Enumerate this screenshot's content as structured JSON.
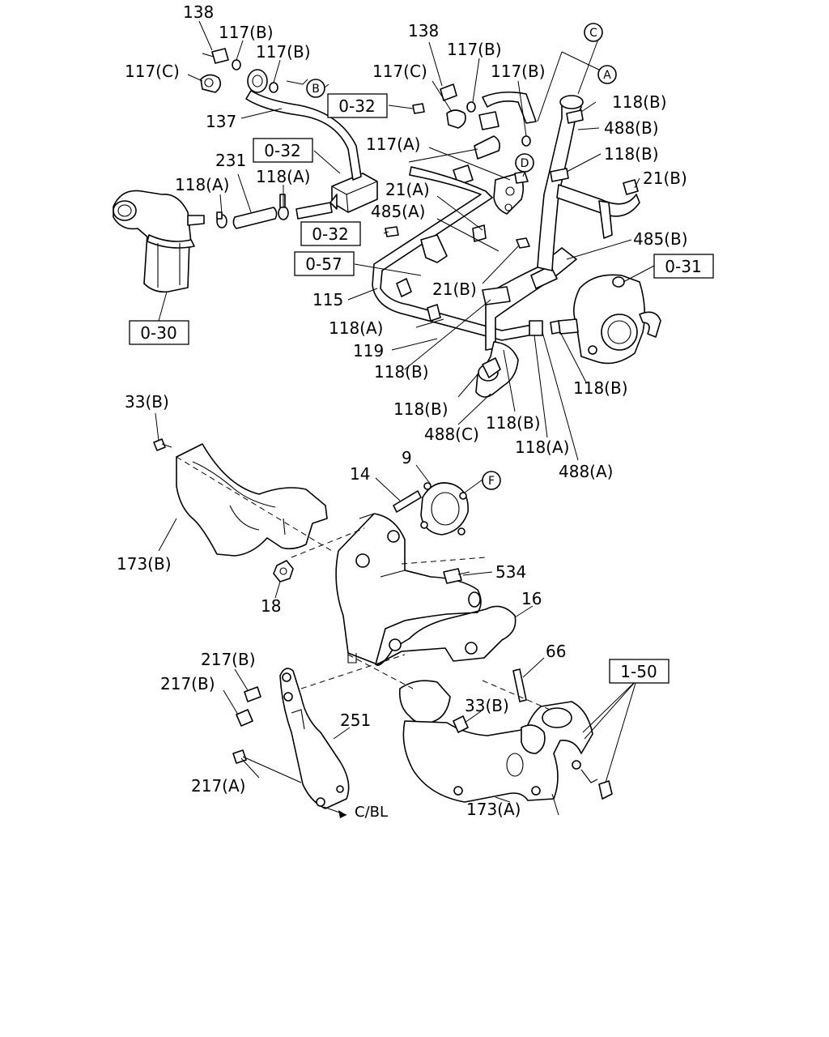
{
  "part_labels": {
    "p138a": "138",
    "p117b_a": "117(B)",
    "p117b_b": "117(B)",
    "p117c_a": "117(C)",
    "p137": "137",
    "p138b": "138",
    "p117b_c": "117(B)",
    "p117c_b": "117(C)",
    "p117b_d": "117(B)",
    "p117a": "117(A)",
    "p231": "231",
    "p118a_a": "118(A)",
    "p118a_b": "118(A)",
    "p21a": "21(A)",
    "p485a": "485(A)",
    "p118b_a": "118(B)",
    "p488b": "488(B)",
    "p118b_b": "118(B)",
    "p21b_a": "21(B)",
    "p485b": "485(B)",
    "p21b_b": "21(B)",
    "p115": "115",
    "p118a_c": "118(A)",
    "p119": "119",
    "p118b_c": "118(B)",
    "p118b_d": "118(B)",
    "p118b_e": "118(B)",
    "p488c": "488(C)",
    "p118b_f": "118(B)",
    "p118a_d": "118(A)",
    "p488a": "488(A)",
    "p33b_a": "33(B)",
    "p14": "14",
    "p9": "9",
    "p173b": "173(B)",
    "p18": "18",
    "p534": "534",
    "p16": "16",
    "p217b_a": "217(B)",
    "p217b_b": "217(B)",
    "p66": "66",
    "p251": "251",
    "p33b_b": "33(B)",
    "p217a": "217(A)",
    "p173a": "173(A)",
    "cbl": "C/BL"
  },
  "ref_boxes": {
    "r032a": "0-32",
    "r032b": "0-32",
    "r032c": "0-32",
    "r057": "0-57",
    "r031": "0-31",
    "r030": "0-30",
    "r150": "1-50"
  },
  "circle_markers": {
    "a": "A",
    "b": "B",
    "c": "C",
    "d": "D",
    "f": "F"
  }
}
